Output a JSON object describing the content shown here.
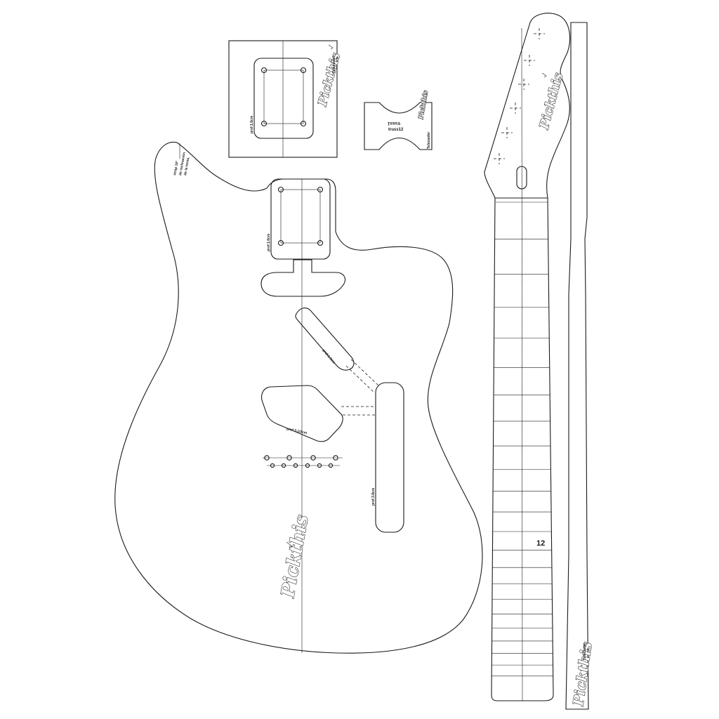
{
  "brand": {
    "logo_text": "Pickthis",
    "model": "Telecaster"
  },
  "body_template": {
    "strap_note_line1": "strap 16°",
    "strap_note_line2": "de inclinación",
    "strap_note_line3": "de la horta.",
    "neck_pocket_depth": "prof.1.6cm",
    "neck_pickup_depth": "prof.1.9cm",
    "control_cavity_depth": "prof.3.1/2cm",
    "bridge_route_depth": "prof.3.8cm"
  },
  "neck_plate_template": {
    "depth": "prof.1.6cm"
  },
  "truss_template": {
    "label_top": "truss1",
    "label_bottom": "truss12"
  },
  "fretboard": {
    "fret_marker": "12"
  }
}
